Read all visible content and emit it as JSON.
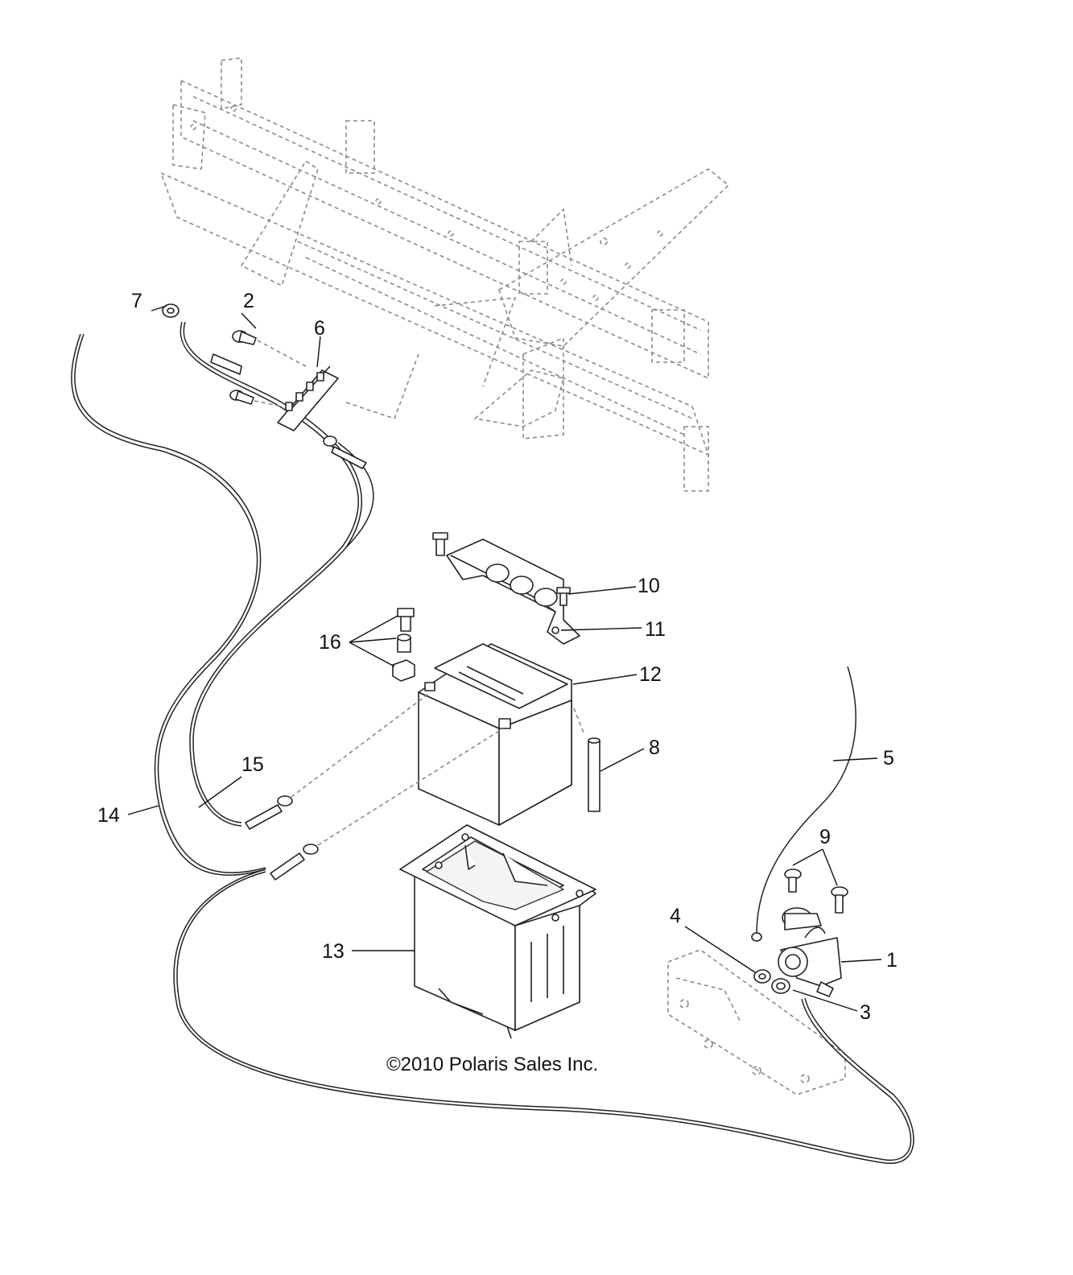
{
  "callouts": [
    {
      "id": "1",
      "label": "1"
    },
    {
      "id": "2",
      "label": "2"
    },
    {
      "id": "3",
      "label": "3"
    },
    {
      "id": "4",
      "label": "4"
    },
    {
      "id": "5",
      "label": "5"
    },
    {
      "id": "6",
      "label": "6"
    },
    {
      "id": "7",
      "label": "7"
    },
    {
      "id": "8",
      "label": "8"
    },
    {
      "id": "9",
      "label": "9"
    },
    {
      "id": "10",
      "label": "10"
    },
    {
      "id": "11",
      "label": "11"
    },
    {
      "id": "12",
      "label": "12"
    },
    {
      "id": "13",
      "label": "13"
    },
    {
      "id": "14",
      "label": "14"
    },
    {
      "id": "15",
      "label": "15"
    },
    {
      "id": "16",
      "label": "16"
    }
  ],
  "copyright": "©2010 Polaris Sales Inc."
}
